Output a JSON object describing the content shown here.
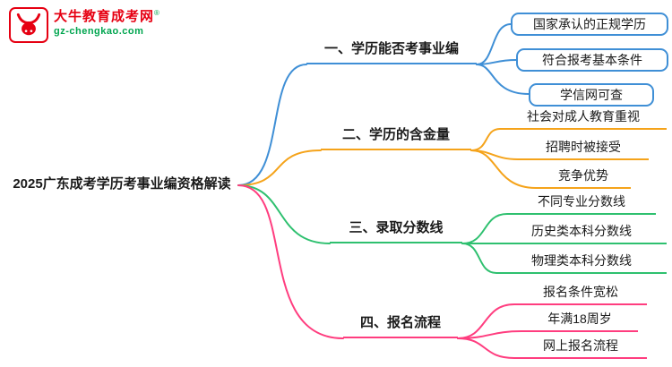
{
  "logo": {
    "site_name": "大牛教育成考网",
    "registered_mark": "®",
    "site_url": "gz-chengkao.com"
  },
  "colors": {
    "blue": "#3f8fd6",
    "orange": "#f5a31a",
    "green": "#2ec06f",
    "pink": "#ff3d7f",
    "logo_red": "#e60012",
    "logo_green": "#00a54f"
  },
  "root": {
    "label": "2025广东成考学历考事业编资格解读"
  },
  "branches": [
    {
      "label": "一、学历能否考事业编",
      "color": "blue",
      "children": [
        "国家承认的正规学历",
        "符合报考基本条件",
        "学信网可查"
      ]
    },
    {
      "label": "二、学历的含金量",
      "color": "orange",
      "children": [
        "社会对成人教育重视",
        "招聘时被接受",
        "竞争优势"
      ]
    },
    {
      "label": "三、录取分数线",
      "color": "green",
      "children": [
        "不同专业分数线",
        "历史类本科分数线",
        "物理类本科分数线"
      ]
    },
    {
      "label": "四、报名流程",
      "color": "pink",
      "children": [
        "报名条件宽松",
        "年满18周岁",
        "网上报名流程"
      ]
    }
  ]
}
